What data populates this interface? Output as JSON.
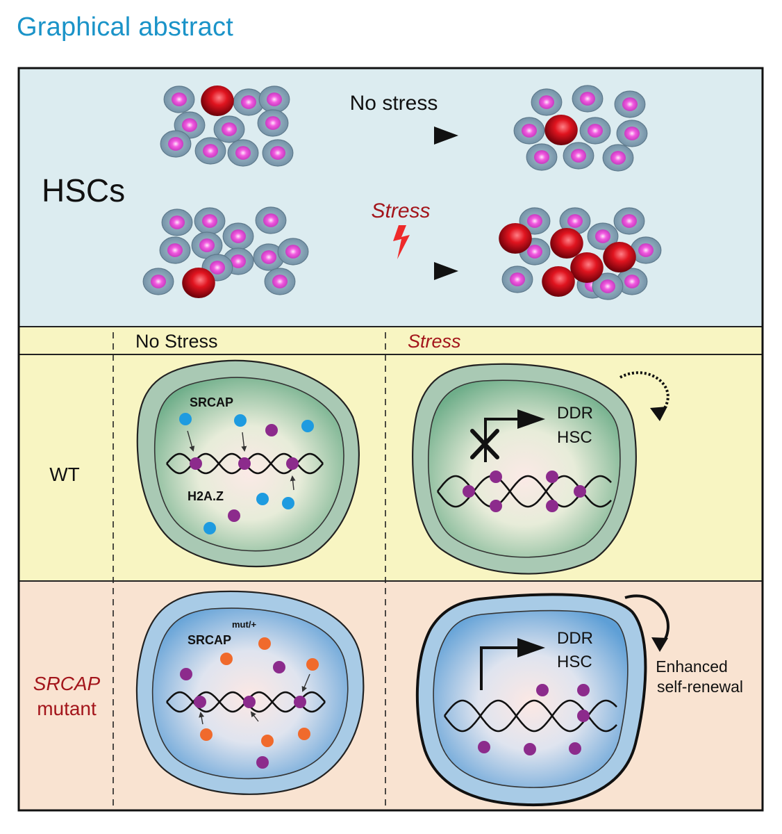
{
  "header": {
    "title": "Graphical abstract"
  },
  "top_panel": {
    "hscs_label": "HSCs",
    "arrow_top_label": "No stress",
    "arrow_bottom_label": "Stress"
  },
  "header_row": {
    "col_no_stress": "No Stress",
    "col_stress": "Stress"
  },
  "wt_row": {
    "row_label": "WT",
    "srcap_label": "SRCAP",
    "h2az_label": "H2A.Z",
    "ddr_label": "DDR",
    "hsc_label": "HSC"
  },
  "mutant_row": {
    "row_label_line1": "SRCAP",
    "row_label_line2": "mutant",
    "srcap_label": "SRCAP",
    "srcap_superscript": "mut/+",
    "ddr_label": "DDR",
    "hsc_label": "HSC",
    "outcome_line1": "Enhanced",
    "outcome_line2": "self-renewal"
  },
  "colors": {
    "title": "#1a93c8",
    "top_bg": "#dcecf0",
    "header_bg": "#f8f5c2",
    "wt_bg": "#f8f5c2",
    "mutant_bg": "#f9e3d1",
    "stress_text": "#a3151b",
    "srcap_wt_dot": "#1e9be0",
    "srcap_mut_dot": "#f06a2c",
    "h2az_dot": "#8c2b8c",
    "hsc_red": "#d40f1a",
    "wt_cell": "#6fa88a",
    "mutant_cell": "#6aa6d2"
  }
}
